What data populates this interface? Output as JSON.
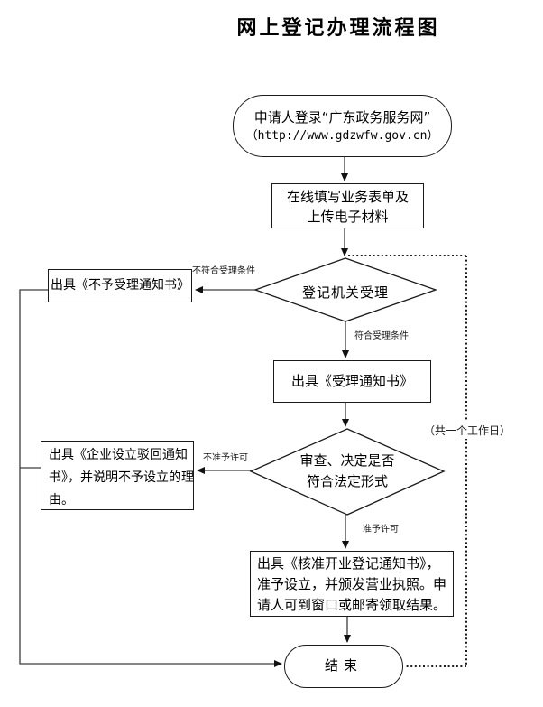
{
  "title": "网上登记办理流程图",
  "nodes": {
    "start": {
      "lines": [
        "申请人登录“广东政务服务网”",
        "（http://www.gdzwfw.gov.cn）"
      ]
    },
    "fill_form": {
      "lines": [
        "在线填写业务表单及",
        "上传电子材料"
      ]
    },
    "accept_review": {
      "label": "登记机关受理"
    },
    "reject_notice": {
      "label": "出具《不予受理通知书》"
    },
    "accept_notice": {
      "label": "出具《受理通知书》"
    },
    "legal_review": {
      "lines": [
        "审查、决定是否",
        "符合法定形式"
      ]
    },
    "dismiss_notice": {
      "full_text": "出具《企业设立驳回通知书》，并说明不予设立的理由。",
      "lines": [
        "出具《企业设立驳回通知",
        "书》，并说明不予设立的理",
        "由。"
      ]
    },
    "approve_notice": {
      "full_text": "出具《核准开业登记通知书》，准予设立，并颁发营业执照。申请人可到窗口或邮寄领取结果。",
      "lines": [
        "出具《核准开业登记通知书》，",
        "准予设立，并颁发营业执照。申",
        "请人可到窗口或邮寄领取结果。"
      ]
    },
    "end": {
      "label": "结束"
    }
  },
  "edge_labels": {
    "not_meet": "不符合受理条件",
    "meet": "符合受理条件",
    "not_permit": "不准予许可",
    "permit": "准予许可",
    "duration": "（共一个工作日）"
  },
  "colors": {
    "line": "#3c3c3c",
    "dotted_line": "#000000",
    "border": "#1a1a1a",
    "text": "#000000",
    "background": "#ffffff"
  }
}
